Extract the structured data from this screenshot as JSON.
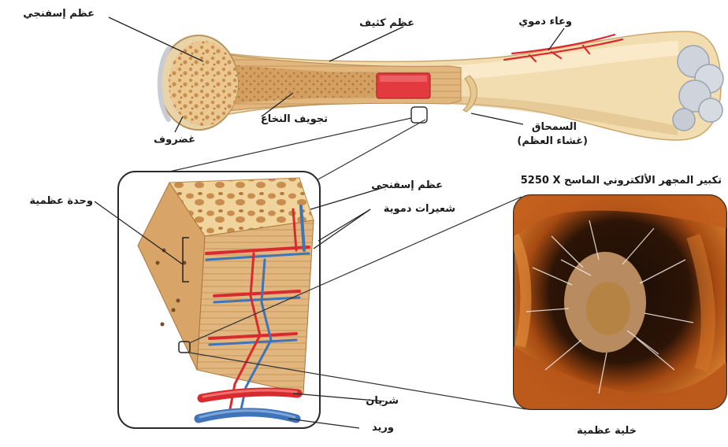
{
  "labels": {
    "spongy_bone_top": "عظم إسفنجي",
    "compact_bone": "عظم كثيف",
    "blood_vessel": "وعاء دموي",
    "marrow_cavity": "تجويف النخاع",
    "cartilage": "غضروف",
    "periosteum": "السمحاق",
    "periosteum_sub": "(غشاء العظم)",
    "spongy_bone_detail": "عظم إسفنجي",
    "osteon": "وحدة عظمية",
    "capillaries": "شعيرات دموية",
    "artery": "شريان",
    "vein": "وريد",
    "sem_caption_ar": "تكبير المجهر الألكتروني الماسح",
    "sem_caption_mag": "5250 X",
    "bone_cell": "خلية عظمية"
  },
  "colors": {
    "bone_outer": "#f3dfb4",
    "bone_shadow": "#d9b77d",
    "spongy": "#e6b97c",
    "marrow": "#cf9a5a",
    "red_marrow": "#e23a3f",
    "artery_red": "#d92b2f",
    "vein_blue": "#3f74b8",
    "cartilage": "#c8cdd3",
    "sem_bg": "#b24a16"
  }
}
